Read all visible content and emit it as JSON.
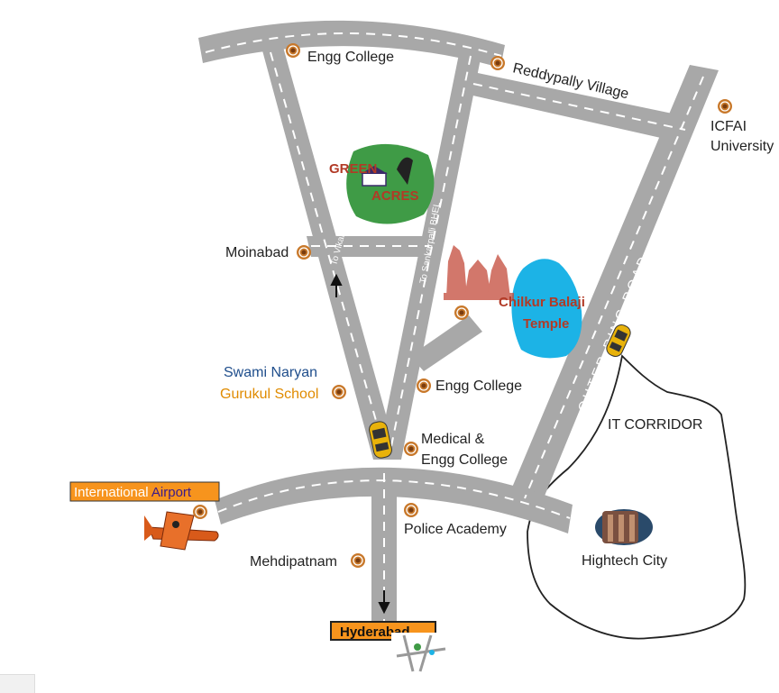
{
  "labels": {
    "engg_college_top": "Engg College",
    "reddypally": "Reddypally Village",
    "icfai_line1": "ICFAI",
    "icfai_line2": "University",
    "green_acres_line1": "GREEN",
    "green_acres_line2": "ACRES",
    "moinabad": "Moinabad",
    "to_vikarabad": "To Vikarabad",
    "to_sankarpalli": "To Sankarpalli BHEL",
    "chilkur_line1": "Chilkur Balaji",
    "chilkur_line2": "Temple",
    "outer_ring_road": "OUTER RING ROAD",
    "swami_line1": "Swami Naryan",
    "swami_line2": "Gurukul School",
    "engg_college_mid": "Engg College",
    "it_corridor": "IT CORRIDOR",
    "medical_line1": "Medical &",
    "medical_line2": "Engg College",
    "intl_part1": "International ",
    "intl_part2": "Airport",
    "police_academy": "Police Academy",
    "hightech_city": "Hightech City",
    "mehdipatnam": "Mehdipatnam",
    "hyderabad": "Hyderabad"
  },
  "icons": [
    "location-marker-icon",
    "temple-icon",
    "lake-icon",
    "taxi-icon",
    "airplane-icon",
    "building-icon",
    "arrow-up-icon",
    "arrow-down-icon",
    "mini-map-icon"
  ],
  "colors": {
    "road": "#a8a8a8",
    "marker": "#c8782a",
    "green_acres": "#3f9b46",
    "lake": "#1cb3e6",
    "label_box": "#f7941d",
    "temple_red": "#b23a26"
  }
}
